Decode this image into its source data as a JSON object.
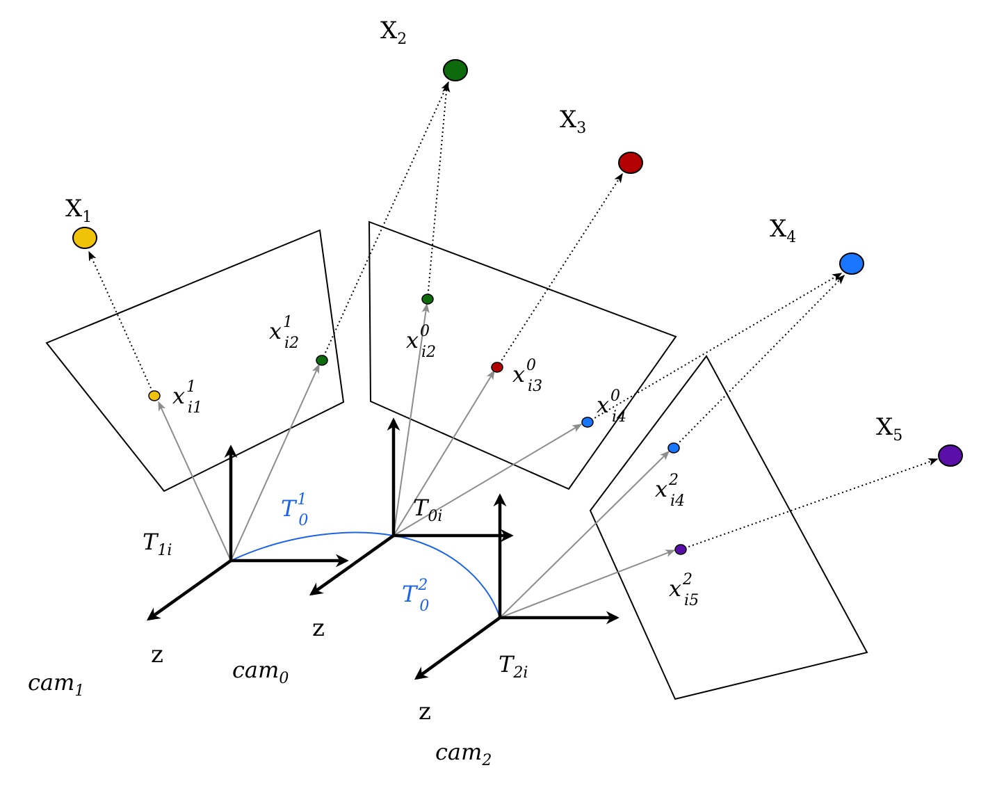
{
  "colors": {
    "x1": "#f0c20a",
    "x2": "#0d6a0d",
    "x3": "#b30000",
    "x4": "#1a75ff",
    "x5": "#5a0fa8",
    "transform_blue": "#1a63e8"
  },
  "world_points": {
    "x1": {
      "base": "X",
      "sub": "1"
    },
    "x2": {
      "base": "X",
      "sub": "2"
    },
    "x3": {
      "base": "X",
      "sub": "3"
    },
    "x4": {
      "base": "X",
      "sub": "4"
    },
    "x5": {
      "base": "X",
      "sub": "5"
    }
  },
  "image_points": {
    "x_i1_1": {
      "base": "x",
      "sup": "1",
      "sub": "i1"
    },
    "x_i2_1": {
      "base": "x",
      "sup": "1",
      "sub": "i2"
    },
    "x_i2_0": {
      "base": "x",
      "sup": "0",
      "sub": "i2"
    },
    "x_i3_0": {
      "base": "x",
      "sup": "0",
      "sub": "i3"
    },
    "x_i4_0": {
      "base": "x",
      "sup": "0",
      "sub": "i4"
    },
    "x_i4_2": {
      "base": "x",
      "sup": "2",
      "sub": "i4"
    },
    "x_i5_2": {
      "base": "x",
      "sup": "2",
      "sub": "i5"
    }
  },
  "poses": {
    "t1i": {
      "base": "T",
      "sub": "1i"
    },
    "t0i": {
      "base": "T",
      "sub": "0i"
    },
    "t2i": {
      "base": "T",
      "sub": "2i"
    }
  },
  "transforms": {
    "t01": {
      "base": "T",
      "sup": "1",
      "sub": "0"
    },
    "t02": {
      "base": "T",
      "sup": "2",
      "sub": "0"
    }
  },
  "cameras": {
    "cam1": {
      "base": "cam",
      "sub": "1"
    },
    "cam0": {
      "base": "cam",
      "sub": "0"
    },
    "cam2": {
      "base": "cam",
      "sub": "2"
    }
  },
  "axis_labels": {
    "z_cam1": "z",
    "z_cam0": "z",
    "z_cam2": "z"
  }
}
